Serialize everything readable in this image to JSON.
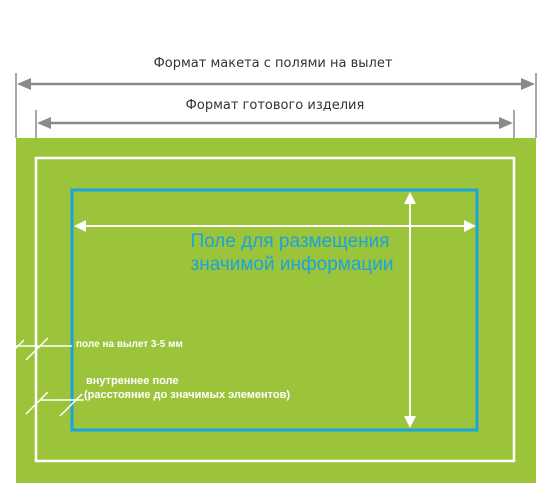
{
  "labels": {
    "bleed_format": "Формат макета с полями на вылет",
    "finished_format": "Формат готового изделия",
    "info_zone_line1": "Поле для размещения",
    "info_zone_line2": "значимой информации",
    "bleed_margin": "поле на вылет 3-5 мм",
    "inner_margin_line1": "внутреннее поле",
    "inner_margin_line2": "(расстояние до значимых элементов)"
  },
  "colors": {
    "background_green": "#9bc43b",
    "info_zone_blue": "#1aa3dc",
    "dimension_gray": "#8a8a8a",
    "white": "#ffffff"
  }
}
